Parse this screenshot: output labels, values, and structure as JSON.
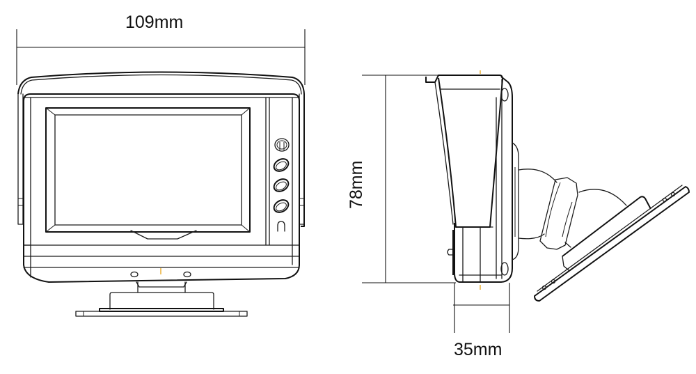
{
  "diagram": {
    "type": "technical dimension drawing",
    "subject": "car rear-view monitor with suction mount",
    "views": [
      {
        "name": "front-view",
        "dimension_label": "109mm",
        "dimension_axis": "width"
      },
      {
        "name": "side-view",
        "dimension_label": "78mm",
        "dimension_axis": "height"
      },
      {
        "name": "side-view-depth",
        "dimension_label": "35mm",
        "dimension_axis": "depth"
      }
    ],
    "front_view": {
      "buttons": [
        "power-knob",
        "button-1",
        "button-2",
        "button-3"
      ],
      "indicator": "ir-sensor"
    },
    "colors": {
      "line": "#1a1a1a",
      "background": "#ffffff",
      "center_mark": "#e8a317"
    }
  },
  "labels": {
    "width": "109mm",
    "height": "78mm",
    "depth": "35mm"
  }
}
